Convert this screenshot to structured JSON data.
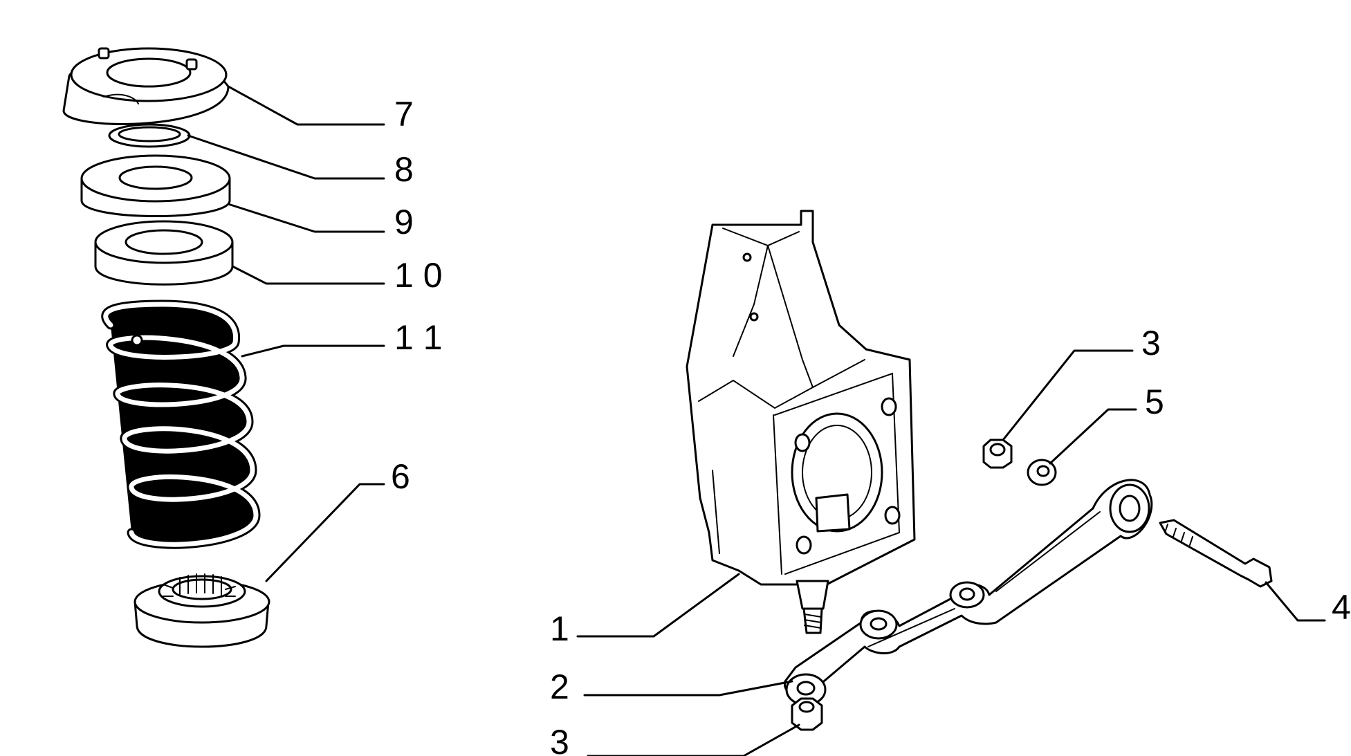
{
  "callouts": [
    {
      "id": "7",
      "text": "7"
    },
    {
      "id": "8",
      "text": "8"
    },
    {
      "id": "9",
      "text": "9"
    },
    {
      "id": "10",
      "text": "1 0"
    },
    {
      "id": "11",
      "text": "1 1"
    },
    {
      "id": "6",
      "text": "6"
    },
    {
      "id": "1",
      "text": "1"
    },
    {
      "id": "2",
      "text": "2"
    },
    {
      "id": "3a",
      "text": "3"
    },
    {
      "id": "3b",
      "text": "3"
    },
    {
      "id": "5",
      "text": "5"
    },
    {
      "id": "4",
      "text": "4"
    }
  ],
  "colors": {
    "line": "#000000",
    "background": "#ffffff"
  }
}
